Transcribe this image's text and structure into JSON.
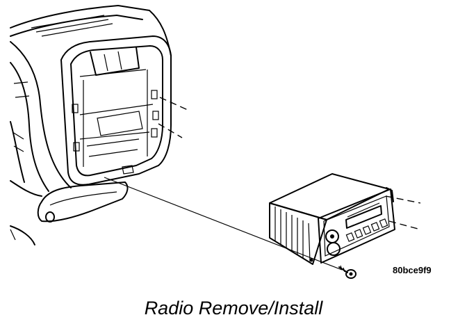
{
  "figure": {
    "caption": "Radio Remove/Install",
    "reference_code": "80bce9f9"
  },
  "parts": [
    "instrument-panel-bezel-opening",
    "radio-receiver",
    "mounting-screw"
  ]
}
